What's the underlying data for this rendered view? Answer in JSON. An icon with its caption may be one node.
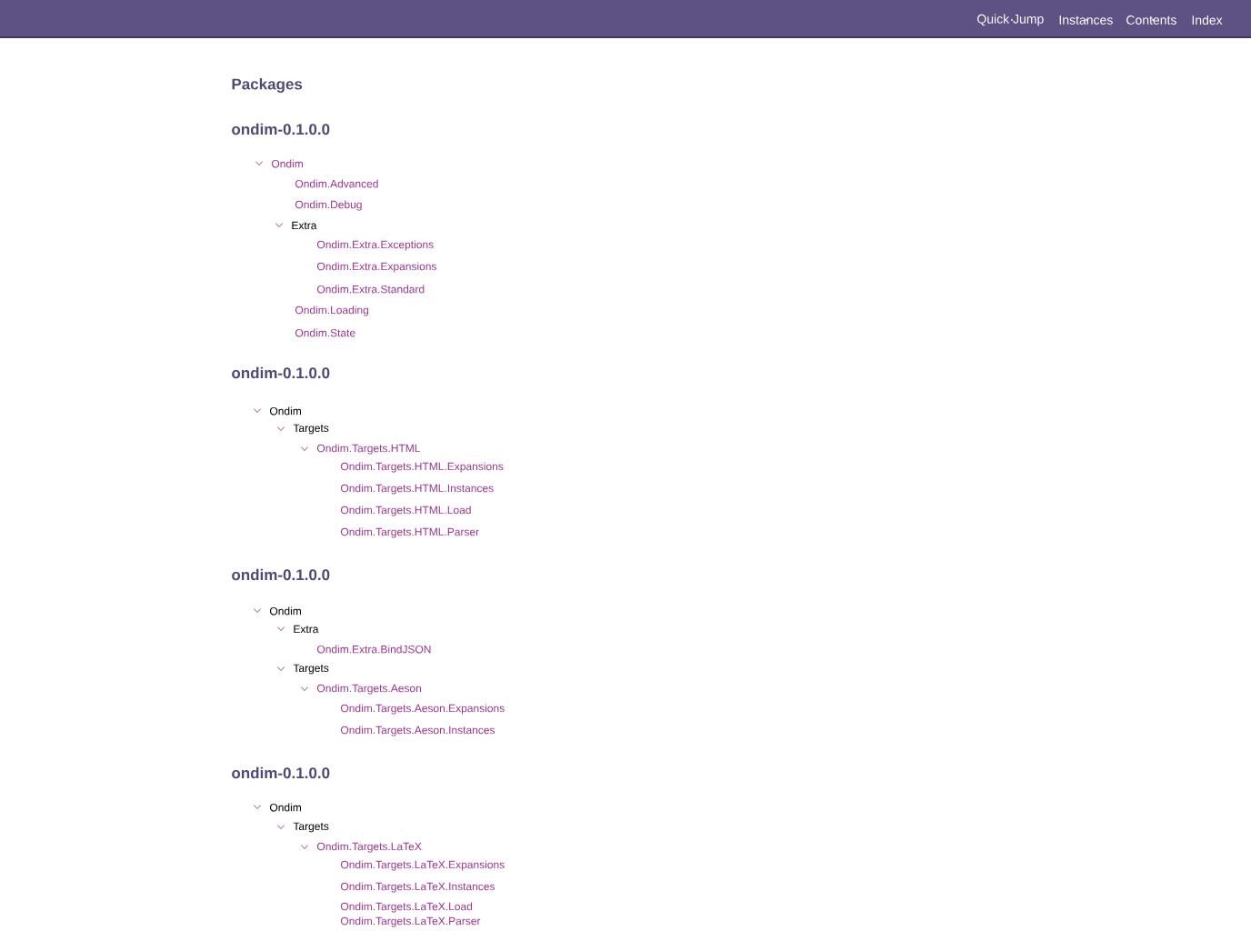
{
  "diagram": {
    "labels": [
      "Quick Jump",
      "Instances",
      "Contents",
      "Index",
      "Packages",
      "ondim-0.1.0.0",
      "Ondim",
      "Ondim.Advanced",
      "Ondim.Debug",
      "Extra",
      "Ondim.Extra.Exceptions",
      "Ondim.Extra.Expansions",
      "Ondim.Extra.Standard",
      "Ondim.Loading",
      "Ondim.State",
      "ondim-0.1.0.0",
      "Ondim",
      "Targets",
      "Ondim.Targets.HTML",
      "Ondim.Targets.HTML.Expansions",
      "Ondim.Targets.HTML.Instances",
      "Ondim.Targets.HTML.Load",
      "Ondim.Targets.HTML.Parser",
      "ondim-0.1.0.0",
      "Ondim",
      "Extra",
      "Ondim.Extra.BindJSON",
      "Targets",
      "Ondim.Targets.Aeson",
      "Ondim.Targets.Aeson.Expansions",
      "Ondim.Targets.Aeson.Instances",
      "ondim-0.1.0.0",
      "Ondim",
      "Targets",
      "Ondim.Targets.LaTeX",
      "Ondim.Targets.LaTeX.Expansions",
      "Ondim.Targets.LaTeX.Instances",
      "Ondim.Targets.LaTeX.Load",
      "Ondim.Targets.LaTeX.Parser"
    ]
  }
}
